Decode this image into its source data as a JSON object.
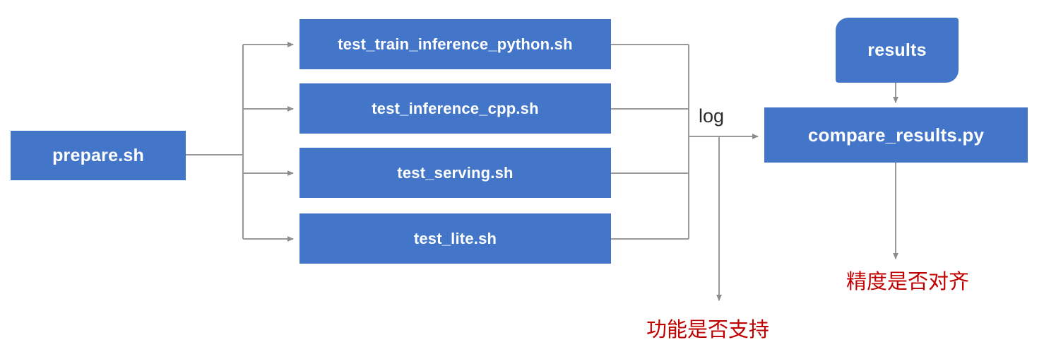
{
  "diagram": {
    "title": "PaddlePaddle TIPC test pipeline flow",
    "colors": {
      "node_fill": "#4376C8",
      "node_text": "#FFFFFF",
      "connector": "#9A9A9A",
      "note_text": "#C00000",
      "background": "#FFFFFF"
    },
    "nodes": {
      "prepare": "prepare.sh",
      "test_train_inference_python": "test_train_inference_python.sh",
      "test_inference_cpp": "test_inference_cpp.sh",
      "test_serving": "test_serving.sh",
      "test_lite": "test_lite.sh",
      "results": "results",
      "compare_results": "compare_results.py"
    },
    "edge_labels": {
      "log": "log"
    },
    "notes": {
      "function_supported": "功能是否支持",
      "precision_aligned": "精度是否对齐"
    },
    "edges": [
      {
        "from": "prepare",
        "to": "test_train_inference_python",
        "label": ""
      },
      {
        "from": "prepare",
        "to": "test_inference_cpp",
        "label": ""
      },
      {
        "from": "prepare",
        "to": "test_serving",
        "label": ""
      },
      {
        "from": "prepare",
        "to": "test_lite",
        "label": ""
      },
      {
        "from": "test_train_inference_python",
        "to": "compare_results",
        "label": "log"
      },
      {
        "from": "test_inference_cpp",
        "to": "compare_results",
        "label": "log"
      },
      {
        "from": "test_serving",
        "to": "compare_results",
        "label": "log"
      },
      {
        "from": "test_lite",
        "to": "compare_results",
        "label": "log"
      },
      {
        "from": "log-bus",
        "to": "function_supported",
        "label": ""
      },
      {
        "from": "results",
        "to": "compare_results",
        "label": ""
      },
      {
        "from": "compare_results",
        "to": "precision_aligned",
        "label": ""
      }
    ]
  }
}
